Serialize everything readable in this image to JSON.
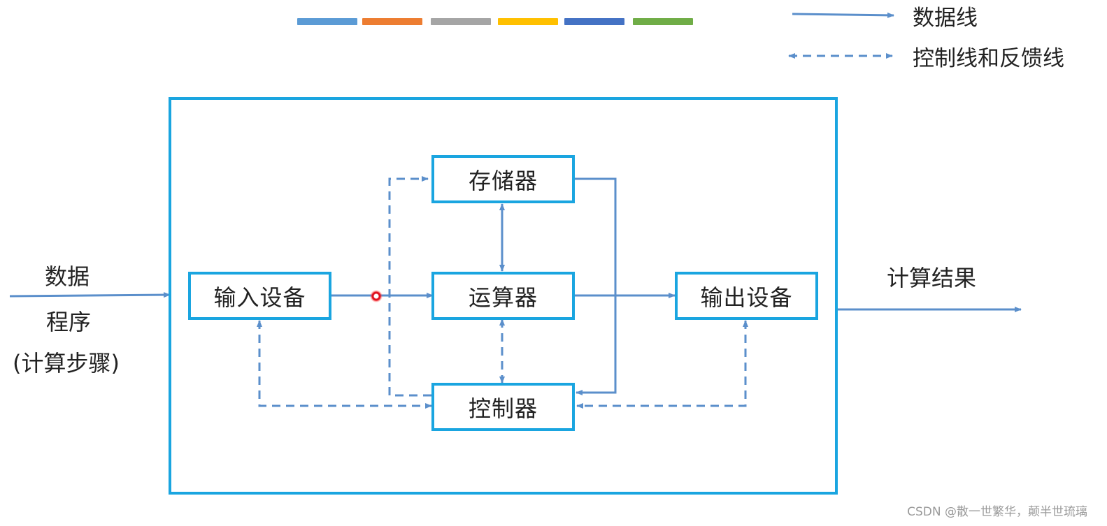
{
  "palette": [
    "#5b9bd5",
    "#ed7d31",
    "#a5a5a5",
    "#ffc000",
    "#4472c4",
    "#70ad47"
  ],
  "legend": {
    "data_line": "数据线",
    "control_line": "控制线和反馈线"
  },
  "inputs": {
    "data": "数据",
    "program": "程序",
    "steps": "(计算步骤)"
  },
  "output_label": "计算结果",
  "components": {
    "input_device": "输入设备",
    "memory": "存储器",
    "alu": "运算器",
    "controller": "控制器",
    "output_device": "输出设备"
  },
  "colors": {
    "frame": "#1aa5e0",
    "line": "#5b8fcb"
  },
  "watermark": "CSDN @散一世繁华，颠半世琉璃"
}
